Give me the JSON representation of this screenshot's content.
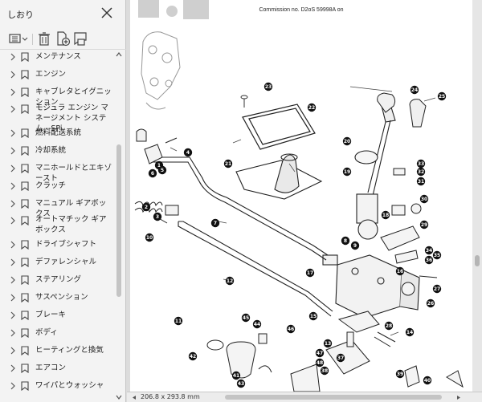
{
  "panel": {
    "title": "しおり",
    "close_icon": "close-icon",
    "toolbar_icons": [
      "options-menu-icon",
      "delete-bookmark-icon",
      "new-bookmark-icon",
      "find-bookmark-icon"
    ]
  },
  "bookmarks": [
    {
      "label": "メンテナンス"
    },
    {
      "label": "エンジン"
    },
    {
      "label": "キャブレタとイグニッション"
    },
    {
      "label": "モジュラ エンジン マネージメント システム --SPi"
    },
    {
      "label": "燃料配送系統"
    },
    {
      "label": "冷却系統"
    },
    {
      "label": "マニホールドとエキゾースト"
    },
    {
      "label": "クラッチ"
    },
    {
      "label": "マニュアル ギアボックス"
    },
    {
      "label": "オートマチック ギアボックス"
    },
    {
      "label": "ドライブシャフト"
    },
    {
      "label": "デファレンシャル"
    },
    {
      "label": "ステアリング"
    },
    {
      "label": "サスペンション"
    },
    {
      "label": "ブレーキ"
    },
    {
      "label": "ボディ"
    },
    {
      "label": "ヒーティングと換気"
    },
    {
      "label": "エアコン"
    },
    {
      "label": "ワイパとウォッシャ"
    }
  ],
  "document": {
    "header": "Commission no. D2oS 59998A on",
    "page_size": "206.8 x 293.8 mm",
    "callouts": [
      "1",
      "2",
      "3",
      "4",
      "5",
      "6",
      "7",
      "8",
      "9",
      "10",
      "11",
      "12",
      "13",
      "14",
      "15",
      "16",
      "17",
      "18",
      "19",
      "20",
      "21",
      "22",
      "23",
      "24",
      "25",
      "26",
      "27",
      "28",
      "29",
      "30",
      "31",
      "32",
      "33",
      "34",
      "35",
      "36",
      "37",
      "38",
      "39",
      "40",
      "41",
      "42",
      "43",
      "44",
      "45",
      "46",
      "47",
      "48"
    ]
  },
  "colors": {
    "panel_bg": "#f3f3f3",
    "doc_bg": "#dcdcdc",
    "callout_fill": "#111111"
  }
}
